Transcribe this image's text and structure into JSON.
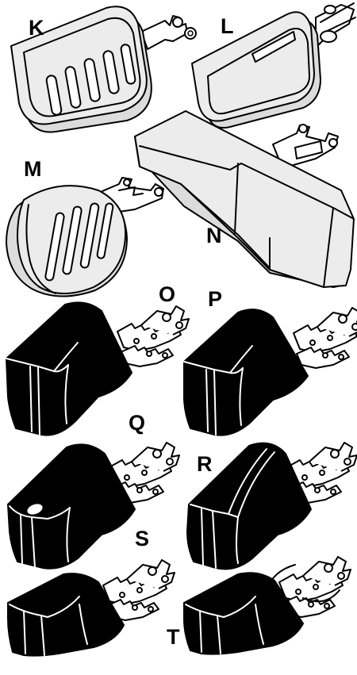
{
  "labels": {
    "K": "K",
    "L": "L",
    "M": "M",
    "N": "N",
    "O": "O",
    "P": "P",
    "Q": "Q",
    "R": "R",
    "S": "S",
    "T": "T"
  },
  "colors": {
    "ink": "#000000",
    "plastic_light": "#ececec",
    "plastic_shade": "#dcdcdc",
    "background": "#ffffff"
  }
}
